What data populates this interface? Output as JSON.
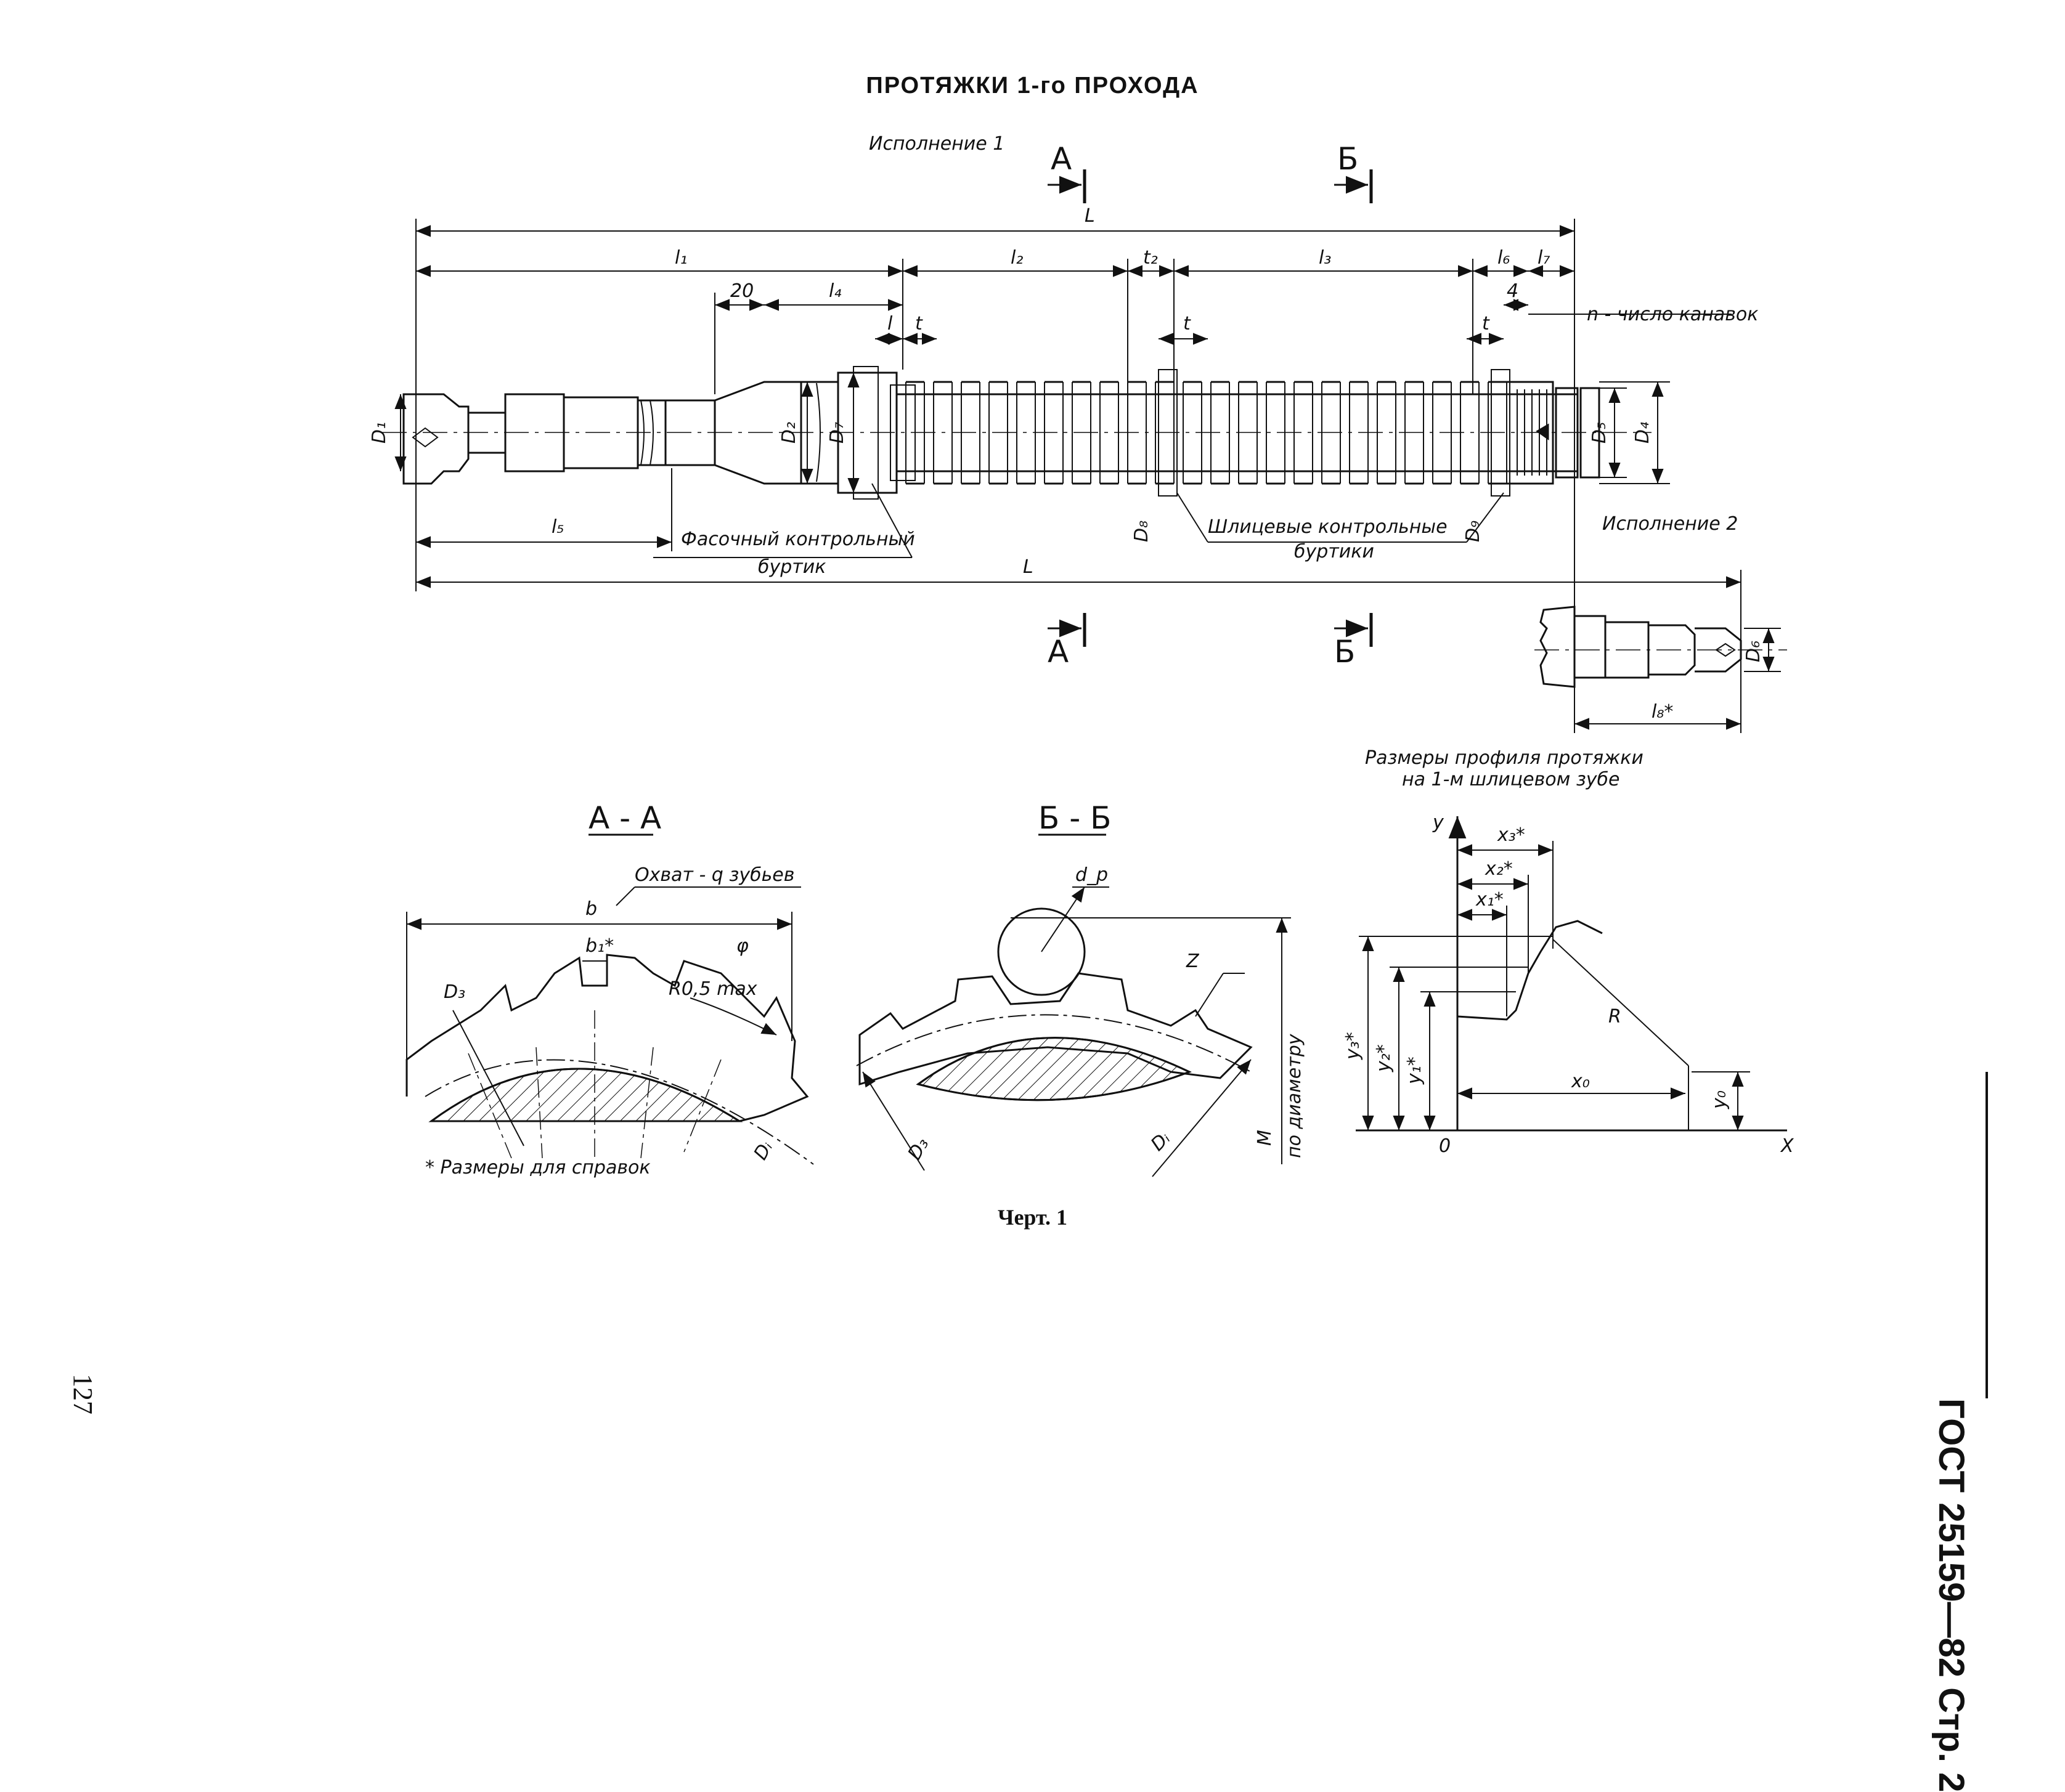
{
  "page": {
    "title": "ПРОТЯЖКИ 1-го ПРОХОДА",
    "caption": "Черт. 1",
    "page_number": "127",
    "standard": "ГОСТ 25159—82   Стр. 2"
  },
  "main_view": {
    "variant_1": "Исполнение 1",
    "variant_2": "Исполнение 2",
    "section_marks": [
      "А",
      "Б"
    ],
    "dimensions": {
      "L": "L",
      "l1": "l₁",
      "l2": "l₂",
      "t2": "t₂",
      "l3": "l₃",
      "l6": "l₆",
      "l7": "l₇",
      "twenty": "20",
      "l4": "l₄",
      "four": "4",
      "l": "l",
      "t": "t",
      "l5": "l₅",
      "l8": "l₈*",
      "D1": "D₁",
      "D2": "D₂",
      "D7": "D₇",
      "D5": "D₅",
      "D4": "D₄",
      "D8": "D₈",
      "D9": "D₉",
      "D6": "D₆"
    },
    "notes": {
      "grooves": "n - число канавок",
      "chamfer_line1": "Фасочный контрольный",
      "chamfer_line2": "буртик",
      "spline_line1": "Шлицевые контрольные",
      "spline_line2": "буртики",
      "profile_line1": "Размеры профиля протяжки",
      "profile_line2": "на 1-м шлицевом зубе"
    }
  },
  "section_aa": {
    "title": "А - А",
    "coverage": "Охват - q зубьев",
    "b": "b",
    "b1": "b₁*",
    "phi": "φ",
    "radius": "R0,5 max",
    "D3": "D₃",
    "Di": "Dᵢ",
    "footnote": "* Размеры для справок"
  },
  "section_bb": {
    "title": "Б - Б",
    "dp": "d_p",
    "Z": "Z",
    "D3": "D₃",
    "Di": "Dᵢ",
    "M": "M",
    "by_diameter": "по диаметру"
  },
  "profile": {
    "y_axis": "y",
    "x_axis": "X",
    "origin": "0",
    "x1": "x₁*",
    "x2": "x₂*",
    "x3": "x₃*",
    "y1": "y₁*",
    "y2": "y₂*",
    "y3": "y₃*",
    "R": "R",
    "x0": "x₀",
    "y0": "y₀"
  }
}
